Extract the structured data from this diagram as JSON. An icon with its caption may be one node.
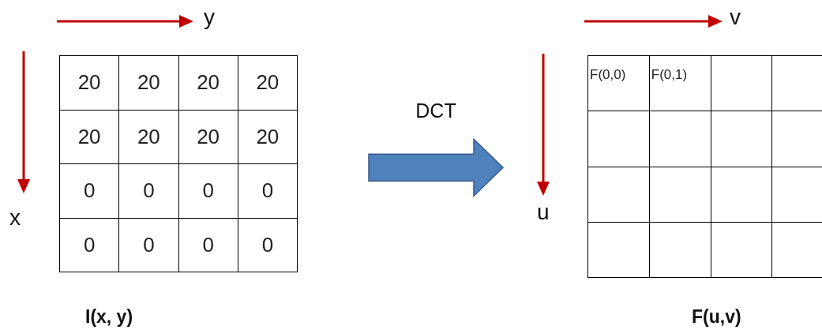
{
  "diagram": {
    "nodes": [
      {
        "text": [],
        "shape": "box",
        "beside": [
          "I(x, y)"
        ]
      },
      {
        "text": [],
        "shape": "box",
        "beside": [
          "F(u,v)"
        ]
      }
    ],
    "edges": [
      {
        "from": 0,
        "to": 1,
        "arrow": "to",
        "label": "DCT",
        "style": "thick",
        "color": "#4f81bd"
      }
    ],
    "labels": [
      "y",
      "x",
      "20",
      "20",
      "20",
      "20",
      "20",
      "20",
      "20",
      "20",
      "0",
      "0",
      "0",
      "0",
      "0",
      "0",
      "0",
      "0",
      "v",
      "u",
      "F(0,0)",
      "F(0,1)"
    ]
  }
}
